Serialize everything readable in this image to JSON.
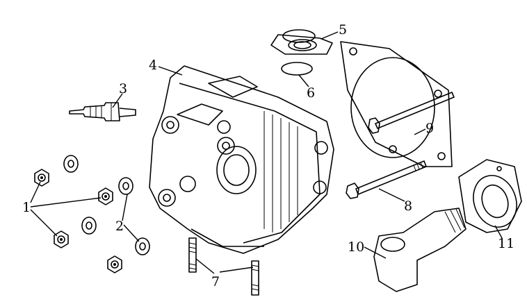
{
  "diagram": {
    "type": "exploded-parts-view",
    "callouts": [
      "1",
      "2",
      "3",
      "4",
      "5",
      "6",
      "7",
      "8",
      "9",
      "10",
      "11"
    ]
  },
  "colors": {
    "line": "#000000",
    "background": "#ffffff"
  }
}
